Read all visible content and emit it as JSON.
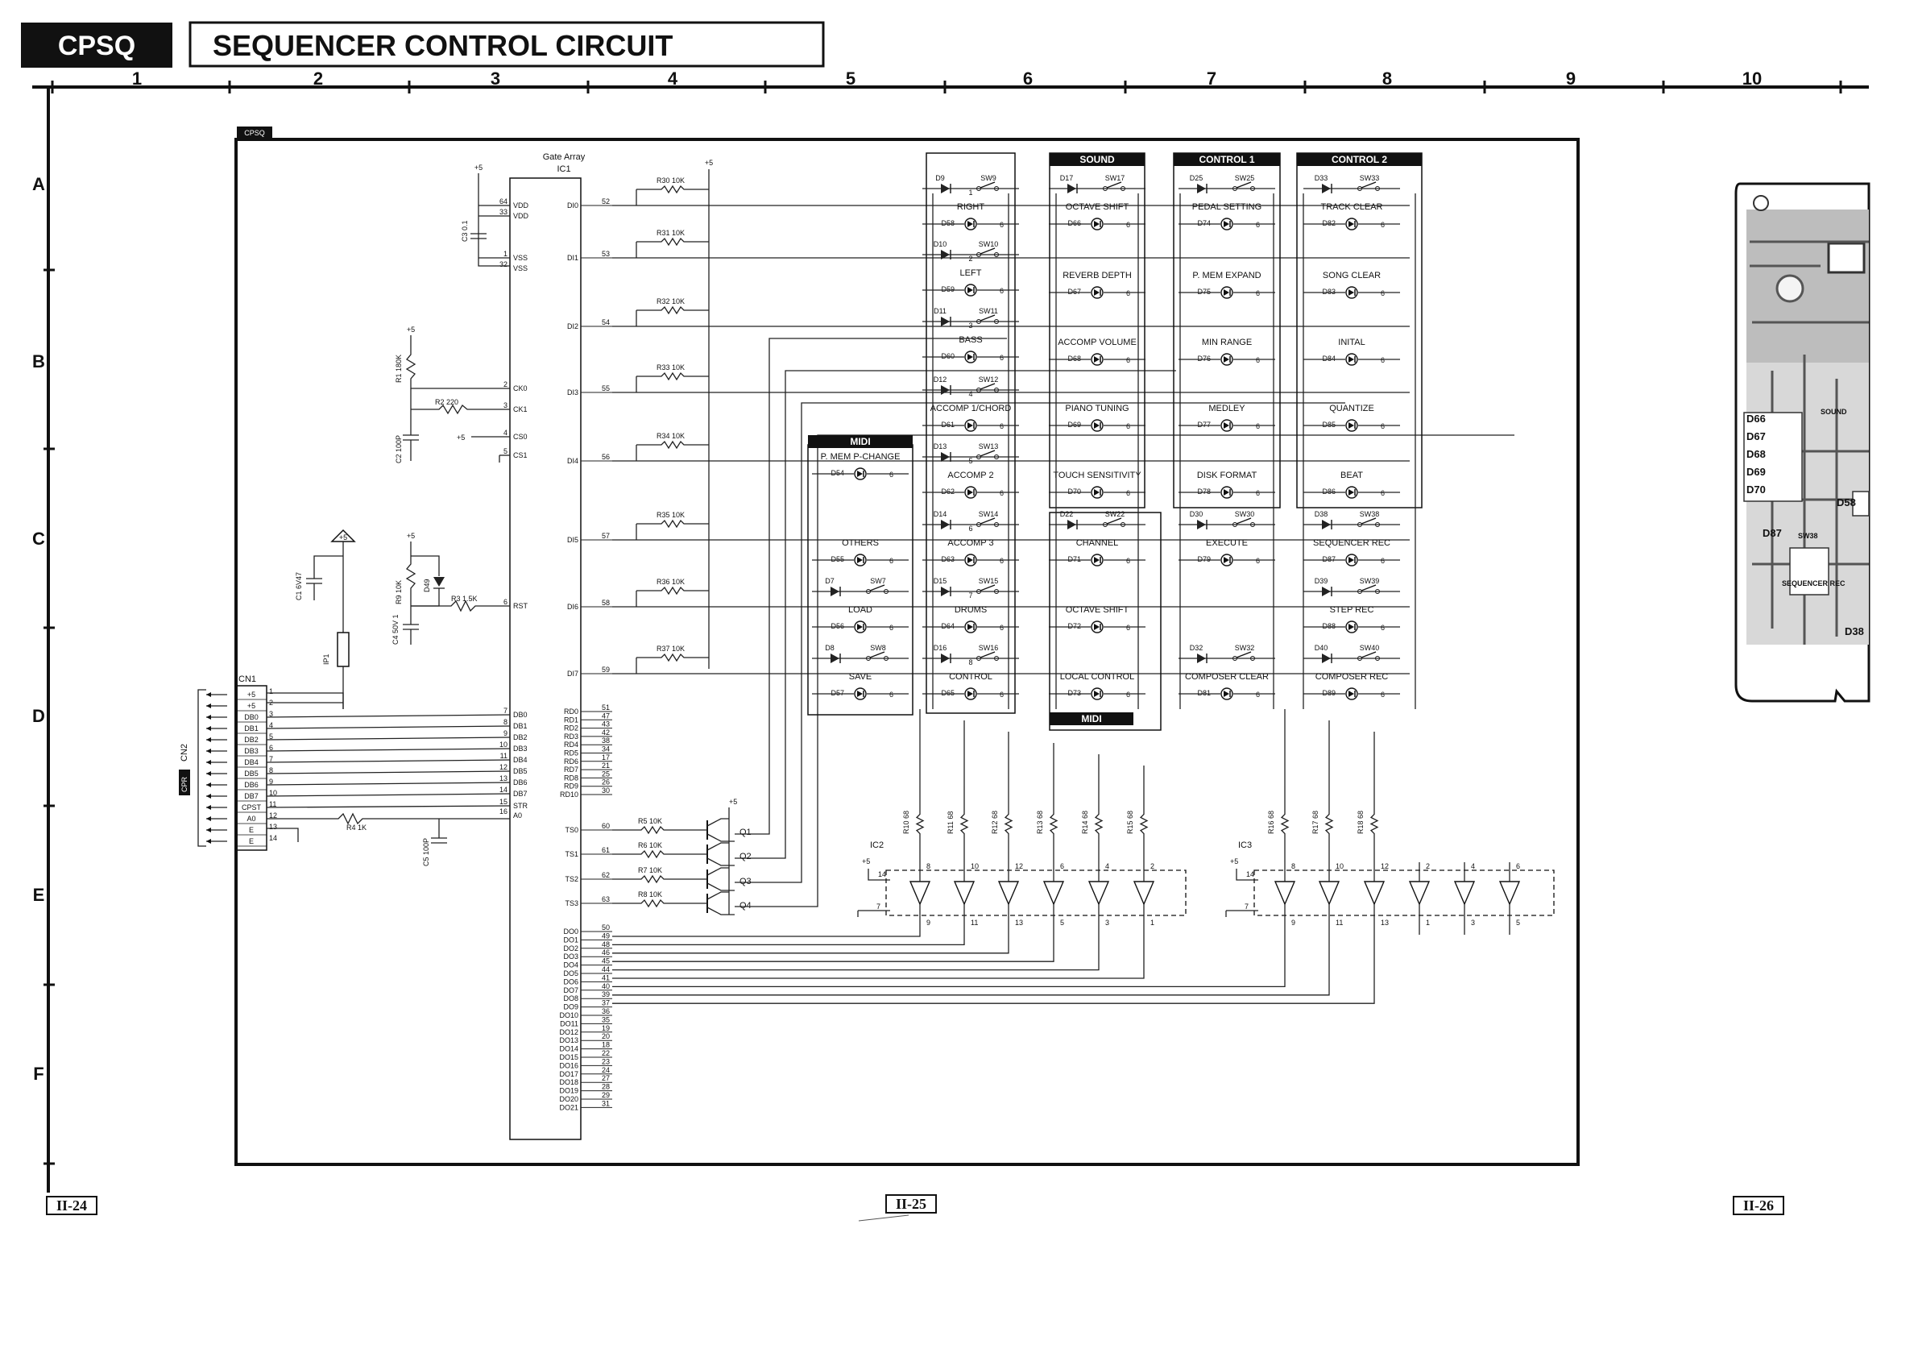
{
  "header": {
    "code": "CPSQ",
    "title": "SEQUENCER CONTROL CIRCUIT"
  },
  "ruler": {
    "columns": [
      "1",
      "2",
      "3",
      "4",
      "5",
      "6",
      "7",
      "8",
      "9",
      "10"
    ],
    "rows": [
      "A",
      "B",
      "C",
      "D",
      "E",
      "F"
    ]
  },
  "board_tag": "CPSQ",
  "ic1": {
    "title": "Gate Array",
    "ref": "IC1"
  },
  "ic1_left_pins": [
    {
      "name": "VDD",
      "num": "64"
    },
    {
      "name": "VDD",
      "num": "33"
    },
    {
      "name": "VSS",
      "num": "1"
    },
    {
      "name": "VSS",
      "num": "32"
    },
    {
      "name": "CK0",
      "num": "2"
    },
    {
      "name": "CK1",
      "num": "3"
    },
    {
      "name": "CS0",
      "num": "4"
    },
    {
      "name": "CS1",
      "num": "5"
    },
    {
      "name": "RST",
      "num": "6"
    },
    {
      "name": "DB0",
      "num": "7"
    },
    {
      "name": "DB1",
      "num": "8"
    },
    {
      "name": "DB2",
      "num": "9"
    },
    {
      "name": "DB3",
      "num": "10"
    },
    {
      "name": "DB4",
      "num": "11"
    },
    {
      "name": "DB5",
      "num": "12"
    },
    {
      "name": "DB6",
      "num": "13"
    },
    {
      "name": "DB7",
      "num": "14"
    },
    {
      "name": "STR",
      "num": "15"
    },
    {
      "name": "A0",
      "num": "16"
    }
  ],
  "ic1_right_pins": [
    {
      "name": "DI0",
      "num": "52"
    },
    {
      "name": "DI1",
      "num": "53"
    },
    {
      "name": "DI2",
      "num": "54"
    },
    {
      "name": "DI3",
      "num": "55"
    },
    {
      "name": "DI4",
      "num": "56"
    },
    {
      "name": "DI5",
      "num": "57"
    },
    {
      "name": "DI6",
      "num": "58"
    },
    {
      "name": "DI7",
      "num": "59"
    },
    {
      "name": "RD0",
      "num": "51"
    },
    {
      "name": "RD1",
      "num": "47"
    },
    {
      "name": "RD2",
      "num": "43"
    },
    {
      "name": "RD3",
      "num": "42"
    },
    {
      "name": "RD4",
      "num": "38"
    },
    {
      "name": "RD5",
      "num": "34"
    },
    {
      "name": "RD6",
      "num": "17"
    },
    {
      "name": "RD7",
      "num": "21"
    },
    {
      "name": "RD8",
      "num": "25"
    },
    {
      "name": "RD9",
      "num": "26"
    },
    {
      "name": "RD10",
      "num": "30"
    },
    {
      "name": "TS0",
      "num": "60"
    },
    {
      "name": "TS1",
      "num": "61"
    },
    {
      "name": "TS2",
      "num": "62"
    },
    {
      "name": "TS3",
      "num": "63"
    },
    {
      "name": "DO0",
      "num": "50"
    },
    {
      "name": "DO1",
      "num": "49"
    },
    {
      "name": "DO2",
      "num": "48"
    },
    {
      "name": "DO3",
      "num": "46"
    },
    {
      "name": "DO4",
      "num": "45"
    },
    {
      "name": "DO5",
      "num": "44"
    },
    {
      "name": "DO6",
      "num": "41"
    },
    {
      "name": "DO7",
      "num": "40"
    },
    {
      "name": "DO8",
      "num": "39"
    },
    {
      "name": "DO9",
      "num": "37"
    },
    {
      "name": "DO10",
      "num": "36"
    },
    {
      "name": "DO11",
      "num": "35"
    },
    {
      "name": "DO12",
      "num": "19"
    },
    {
      "name": "DO13",
      "num": "20"
    },
    {
      "name": "DO14",
      "num": "18"
    },
    {
      "name": "DO15",
      "num": "22"
    },
    {
      "name": "DO16",
      "num": "23"
    },
    {
      "name": "DO17",
      "num": "24"
    },
    {
      "name": "DO18",
      "num": "27"
    },
    {
      "name": "DO19",
      "num": "28"
    },
    {
      "name": "DO20",
      "num": "29"
    },
    {
      "name": "DO21",
      "num": "31"
    }
  ],
  "cn1": {
    "title": "CN1",
    "connector": "CN2",
    "board": "CPR",
    "pins": [
      {
        "sig": "+5",
        "num": "1"
      },
      {
        "sig": "+5",
        "num": "2"
      },
      {
        "sig": "DB0",
        "num": "3"
      },
      {
        "sig": "DB1",
        "num": "4"
      },
      {
        "sig": "DB2",
        "num": "5"
      },
      {
        "sig": "DB3",
        "num": "6"
      },
      {
        "sig": "DB4",
        "num": "7"
      },
      {
        "sig": "DB5",
        "num": "8"
      },
      {
        "sig": "DB6",
        "num": "9"
      },
      {
        "sig": "DB7",
        "num": "10"
      },
      {
        "sig": "CPST",
        "num": "11"
      },
      {
        "sig": "A0",
        "num": "12"
      },
      {
        "sig": "E",
        "num": "13"
      },
      {
        "sig": "E",
        "num": "14"
      }
    ]
  },
  "components": {
    "r1": "R1 180K",
    "r2": "R2 220",
    "r3": "R3 1.5K",
    "r4": "R4 1K",
    "r9": "R9 10K",
    "c1": "C1 6V47",
    "c2": "C2 100P",
    "c3": "C3 0.1",
    "c4": "C4 50V 1",
    "c5": "C5 100P",
    "d49": "D49",
    "ip1": "IP1",
    "plus5": "+5"
  },
  "di_resistors": [
    "R30 10K",
    "R31 10K",
    "R32 10K",
    "R33 10K",
    "R34 10K",
    "R35 10K",
    "R36 10K",
    "R37 10K"
  ],
  "ts_resistors": [
    "R5 10K",
    "R6 10K",
    "R7 10K",
    "R8 10K"
  ],
  "transistors": [
    "Q1",
    "Q2",
    "Q3",
    "Q4"
  ],
  "panel_headers": {
    "sound": "SOUND",
    "control1": "CONTROL 1",
    "control2": "CONTROL 2",
    "midi_top": "MIDI",
    "midi_bottom": "MIDI"
  },
  "midi_panel": [
    {
      "label": "P. MEM  P-CHANGE",
      "diode": "D54"
    },
    {
      "label": "OTHERS",
      "diode": "D55"
    },
    {
      "label": "LOAD",
      "diode": "D56",
      "switch": "SW7",
      "sdiode": "D7"
    },
    {
      "label": "SAVE",
      "diode": "D57",
      "switch": "SW8",
      "sdiode": "D8"
    }
  ],
  "panel_col6": [
    {
      "label": "RIGHT",
      "diode": "D58",
      "switch": "SW9",
      "sdiode": "D9",
      "num": "1"
    },
    {
      "label": "LEFT",
      "diode": "D59",
      "switch": "SW10",
      "sdiode": "D10",
      "num": "2"
    },
    {
      "label": "BASS",
      "diode": "D60",
      "switch": "SW11",
      "sdiode": "D11",
      "num": "3"
    },
    {
      "label": "ACCOMP 1/CHORD",
      "diode": "D61",
      "switch": "SW12",
      "sdiode": "D12",
      "num": "4"
    },
    {
      "label": "ACCOMP 2",
      "diode": "D62",
      "switch": "SW13",
      "sdiode": "D13",
      "num": "5"
    },
    {
      "label": "ACCOMP 3",
      "diode": "D63",
      "switch": "SW14",
      "sdiode": "D14",
      "num": "6"
    },
    {
      "label": "DRUMS",
      "diode": "D64",
      "switch": "SW15",
      "sdiode": "D15",
      "num": "7"
    },
    {
      "label": "CONTROL",
      "diode": "D65",
      "switch": "SW16",
      "sdiode": "D16",
      "num": "8"
    }
  ],
  "panel_sound": [
    {
      "label": "OCTAVE  SHIFT",
      "diode": "D66",
      "switch": "SW17",
      "sdiode": "D17"
    },
    {
      "label": "REVERB  DEPTH",
      "diode": "D67"
    },
    {
      "label": "ACCOMP  VOLUME",
      "diode": "D68"
    },
    {
      "label": "PIANO  TUNING",
      "diode": "D69"
    },
    {
      "label": "TOUCH  SENSITIVITY",
      "diode": "D70"
    },
    {
      "label": "CHANNEL",
      "diode": "D71",
      "switch": "SW22",
      "sdiode": "D22"
    },
    {
      "label": "OCTAVE  SHIFT",
      "diode": "D72"
    },
    {
      "label": "LOCAL  CONTROL",
      "diode": "D73"
    }
  ],
  "panel_control1": [
    {
      "label": "PEDAL  SETTING",
      "diode": "D74",
      "switch": "SW25",
      "sdiode": "D25"
    },
    {
      "label": "P. MEM  EXPAND",
      "diode": "D75"
    },
    {
      "label": "MIN  RANGE",
      "diode": "D76"
    },
    {
      "label": "MEDLEY",
      "diode": "D77"
    },
    {
      "label": "DISK  FORMAT",
      "diode": "D78"
    },
    {
      "label": "EXECUTE",
      "diode": "D79",
      "switch": "SW30",
      "sdiode": "D30"
    },
    {
      "label": "COMPOSER  CLEAR",
      "diode": "D81",
      "switch": "SW32",
      "sdiode": "D32"
    }
  ],
  "panel_control2": [
    {
      "label": "TRACK  CLEAR",
      "diode": "D82",
      "switch": "SW33",
      "sdiode": "D33"
    },
    {
      "label": "SONG  CLEAR",
      "diode": "D83"
    },
    {
      "label": "INITAL",
      "diode": "D84"
    },
    {
      "label": "QUANTIZE",
      "diode": "D85"
    },
    {
      "label": "BEAT",
      "diode": "D86"
    },
    {
      "label": "SEQUENCER  REC",
      "diode": "D87",
      "switch": "SW38",
      "sdiode": "D38"
    },
    {
      "label": "STEP  REC",
      "diode": "D88",
      "switch": "SW39",
      "sdiode": "D39"
    },
    {
      "label": "COMPOSER  REC",
      "diode": "D89",
      "switch": "SW40",
      "sdiode": "D40"
    }
  ],
  "driver_resistors": [
    "R10 68",
    "R11 68",
    "R12 68",
    "R13 68",
    "R14 68",
    "R15 68",
    "R16 68",
    "R17 68",
    "R18 68"
  ],
  "ic2": {
    "ref": "IC2",
    "inputs": [
      "8",
      "10",
      "12",
      "6",
      "4",
      "2"
    ],
    "outputs": [
      "9",
      "11",
      "13",
      "5",
      "3",
      "1"
    ],
    "vcc": "14",
    "gnd": "7"
  },
  "ic3": {
    "ref": "IC3",
    "inputs": [
      "8",
      "10",
      "12",
      "2",
      "4",
      "6"
    ],
    "outputs": [
      "9",
      "11",
      "13",
      "1",
      "3",
      "5"
    ],
    "vcc": "14",
    "gnd": "7"
  },
  "pcb_labels": [
    "D66",
    "D67",
    "D68",
    "D69",
    "D70",
    "D87",
    "D58",
    "D38",
    "SOUND",
    "SEQUENCER REC",
    "SW38"
  ],
  "page_numbers": [
    "II-24",
    "II-25",
    "II-26"
  ]
}
